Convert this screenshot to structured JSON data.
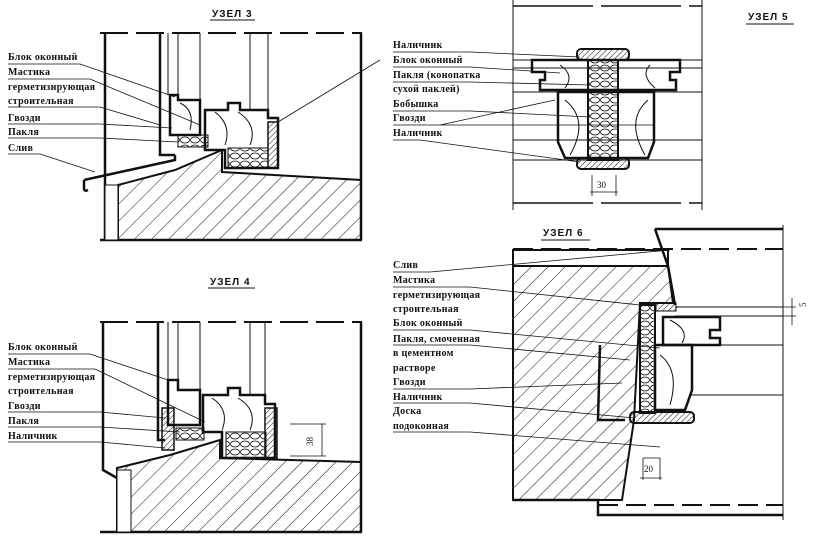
{
  "node3": {
    "title": "УЗЕЛ 3",
    "labels": [
      "Блок оконный",
      "Мастика",
      "герметизирующая",
      "строительная",
      "Гвозди",
      "Пакля",
      "Слив"
    ]
  },
  "node4": {
    "title": "УЗЕЛ 4",
    "labels": [
      "Блок оконный",
      "Мастика",
      "герметизирующая",
      "строительная",
      "Гвозди",
      "Пакля",
      "Наличник"
    ],
    "dimension": "38"
  },
  "node5": {
    "title": "УЗЕЛ 5",
    "labels": [
      "Наличник",
      "Блок оконный",
      "Пакля (конопатка",
      "сухой паклей)",
      "Бобышка",
      "Гвозди",
      "Наличник"
    ],
    "dimension": "30"
  },
  "node6": {
    "title": "УЗЕЛ 6",
    "labels": [
      "Слив",
      "Мастика",
      "герметизирующая",
      "строительная",
      "Блок оконный",
      "Пакля, смоченная",
      "в цементном",
      "растворе",
      "Гвозди",
      "Наличник",
      "Доска",
      "подоконная"
    ],
    "dimensions": [
      "5",
      "20"
    ]
  }
}
